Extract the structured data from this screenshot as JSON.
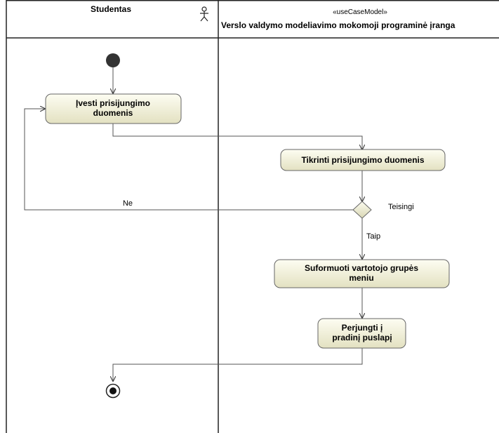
{
  "swimlanes": [
    {
      "title": "Studentas",
      "icon": "actor-icon"
    },
    {
      "stereotype": "«useCaseModel»",
      "title": "Verslo valdymo modeliavimo mokomoji programinė įranga"
    }
  ],
  "actions": [
    {
      "id": "ivesti",
      "lines": [
        "Įvesti prisijungimo",
        "duomenis"
      ]
    },
    {
      "id": "tikrinti",
      "lines": [
        "Tikrinti prisijungimo duomenis"
      ]
    },
    {
      "id": "suformuoti",
      "lines": [
        "Suformuoti vartotojo grupės",
        "meniu"
      ]
    },
    {
      "id": "perjungti",
      "lines": [
        "Perjungti į",
        "pradinį puslapį"
      ]
    }
  ],
  "decision": {
    "label": "Teisingi"
  },
  "guards": {
    "no": "Ne",
    "yes": "Taip"
  },
  "colors": {
    "action_fill_top": "#fdfdf2",
    "action_fill_bottom": "#e4e2c3",
    "stroke": "#4a4a4a",
    "node": "#333333"
  }
}
